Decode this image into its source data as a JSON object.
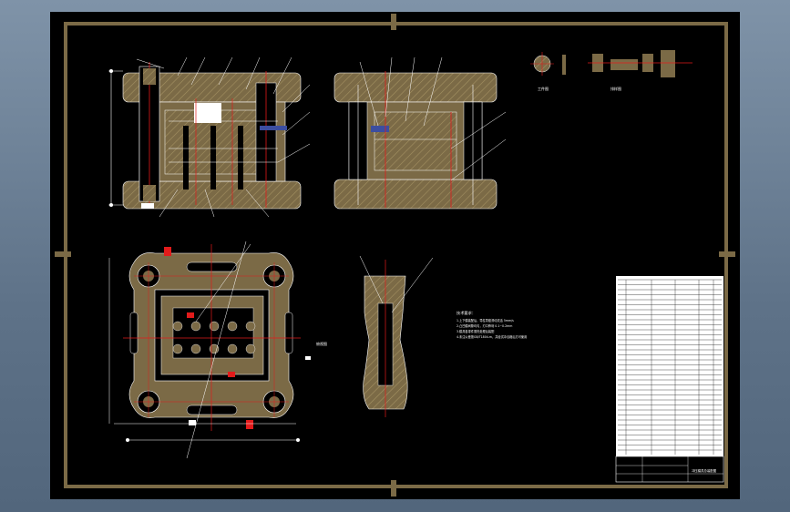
{
  "drawing": {
    "side_label": "俯视图",
    "tech_req_title": "技术要求：",
    "tech_req_lines": [
      "1.上下模装配后，导柱导套滑动灵活 5mm/s",
      "2.凸凹模间隙均匀，刃口锋利 0.1~0.2mm",
      "3.模具各零件需热处理后装配",
      "4.未注公差按GB/T1804-m，并经试冲合格后方可使用"
    ],
    "part_caption": "排样图",
    "small_caption": "工件图",
    "title_block": {
      "name": "冲压模具总装配图"
    }
  },
  "colors": {
    "frame": "#7b6a46",
    "plate": "#7b6a46",
    "center": "#e21b1b",
    "line": "#ffffff",
    "bolt": "#b0242a"
  }
}
